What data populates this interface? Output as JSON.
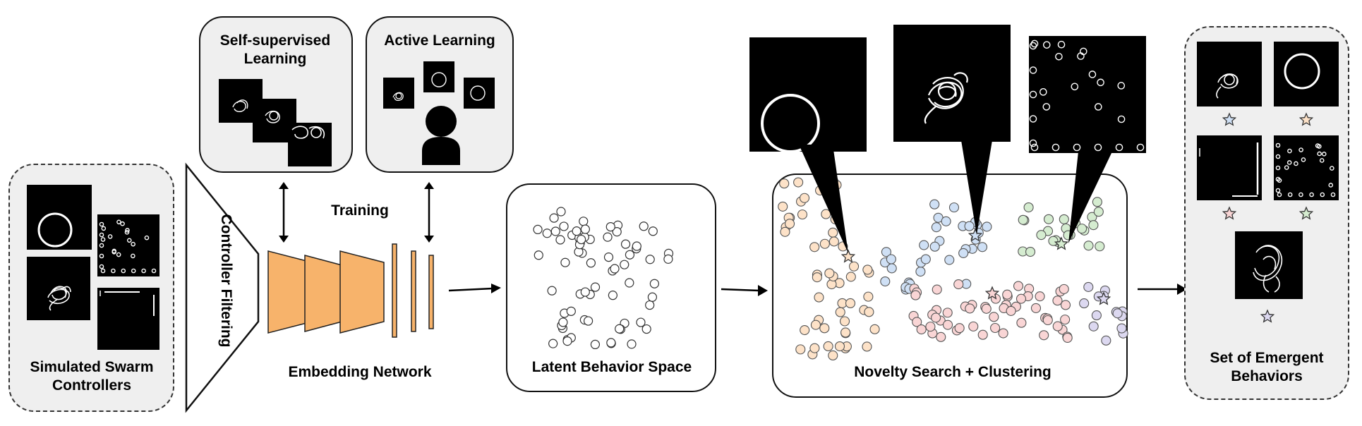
{
  "labels": {
    "simulated": "Simulated Swarm Controllers",
    "filter": "Controller Filtering",
    "self_supervised": "Self-supervised Learning",
    "active_learning": "Active Learning",
    "training": "Training",
    "embedding": "Embedding Network",
    "latent": "Latent Behavior Space",
    "novelty": "Novelty Search + Clustering",
    "emergent": "Set of Emergent Behaviors"
  },
  "colors": {
    "network": "#f7b36b",
    "cluster_orange": "#fde2c8",
    "cluster_blue": "#cfe0f5",
    "cluster_green": "#d5ecd0",
    "cluster_red": "#f9d5d5",
    "cluster_purple": "#dcd8f0",
    "panel_bg": "#efefef"
  },
  "icons": [
    "ring-behavior-icon",
    "swirl-behavior-icon",
    "dispersal-behavior-icon",
    "wall-behavior-icon",
    "star-marker-icon",
    "person-icon",
    "arrow-icon"
  ]
}
